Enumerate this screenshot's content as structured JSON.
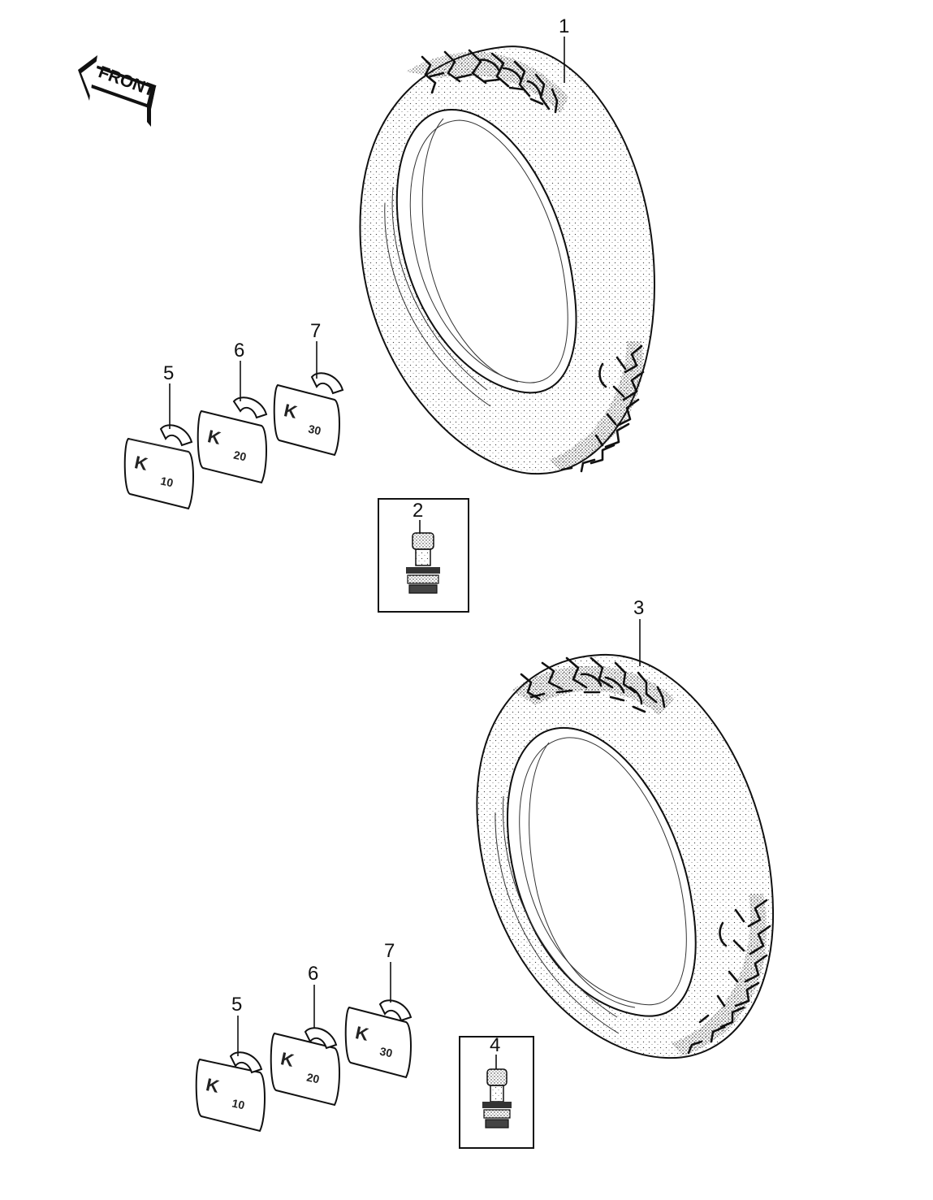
{
  "front_arrow": {
    "label": "FRONT"
  },
  "callouts": {
    "tire_front": "1",
    "valve_front": "2",
    "tire_rear": "3",
    "valve_rear": "4",
    "weight_small": "5",
    "weight_medium": "6",
    "weight_large": "7"
  },
  "weights": [
    {
      "logo": "K",
      "value": "10"
    },
    {
      "logo": "K",
      "value": "20"
    },
    {
      "logo": "K",
      "value": "30"
    }
  ]
}
